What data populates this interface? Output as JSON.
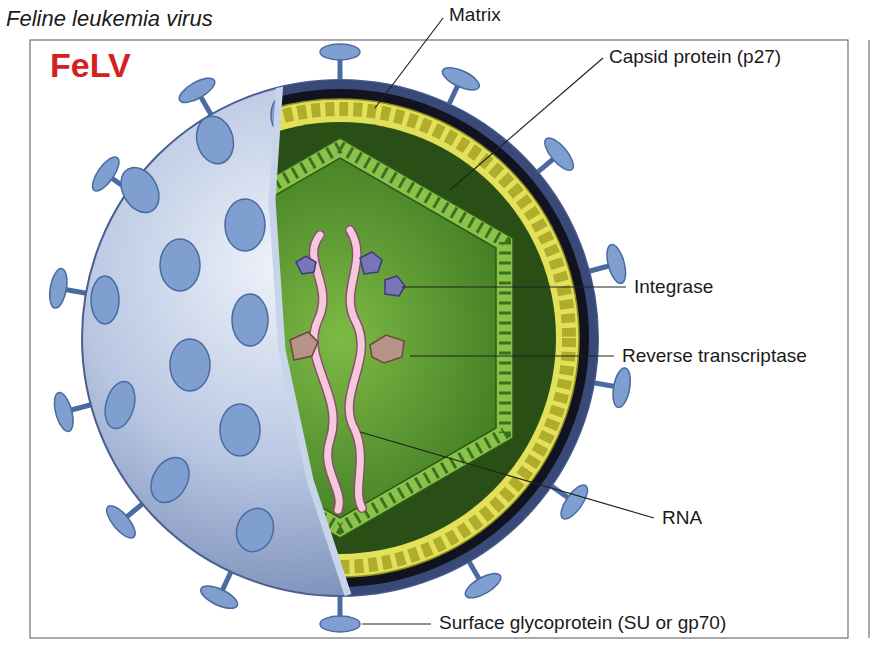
{
  "diagram": {
    "title": "Feline leukemia virus",
    "labels": [
      "FeLV",
      "Matrix",
      "Capsid protein (p27)",
      "Integrase",
      "Reverse transcriptase",
      "RNA",
      "Surface glycoprotein (SU or gp70)"
    ]
  }
}
